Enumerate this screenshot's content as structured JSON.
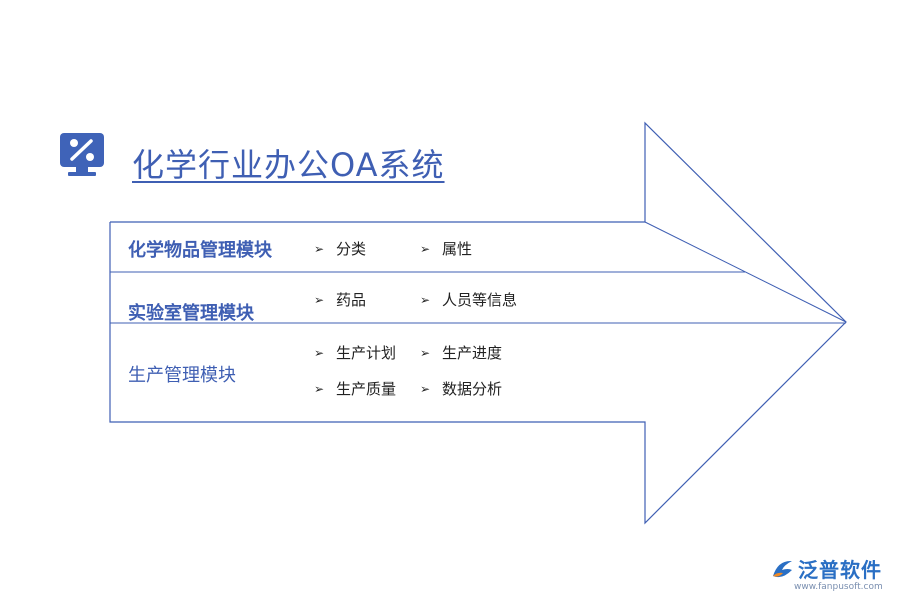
{
  "title": "化学行业办公OA系统",
  "colors": {
    "accent": "#3f5fb3",
    "arrow_stroke": "#3f5fb3",
    "icon_bg": "#3f63b8",
    "logo_blue": "#2a6fc4",
    "logo_orange": "#f08a24"
  },
  "title_icon": "computer-percent-icon",
  "modules": [
    {
      "name": "化学物品管理模块",
      "items": [
        "分类",
        "属性"
      ]
    },
    {
      "name": "实验室管理模块",
      "items": [
        "药品",
        "人员等信息"
      ]
    },
    {
      "name": "生产管理模块",
      "items": [
        "生产计划",
        "生产进度",
        "生产质量",
        "数据分析"
      ]
    }
  ],
  "bullet_glyph": "➢",
  "logo": {
    "name": "泛普软件",
    "url": "www.fanpusoft.com",
    "icon": "fanpu-logo-icon"
  }
}
